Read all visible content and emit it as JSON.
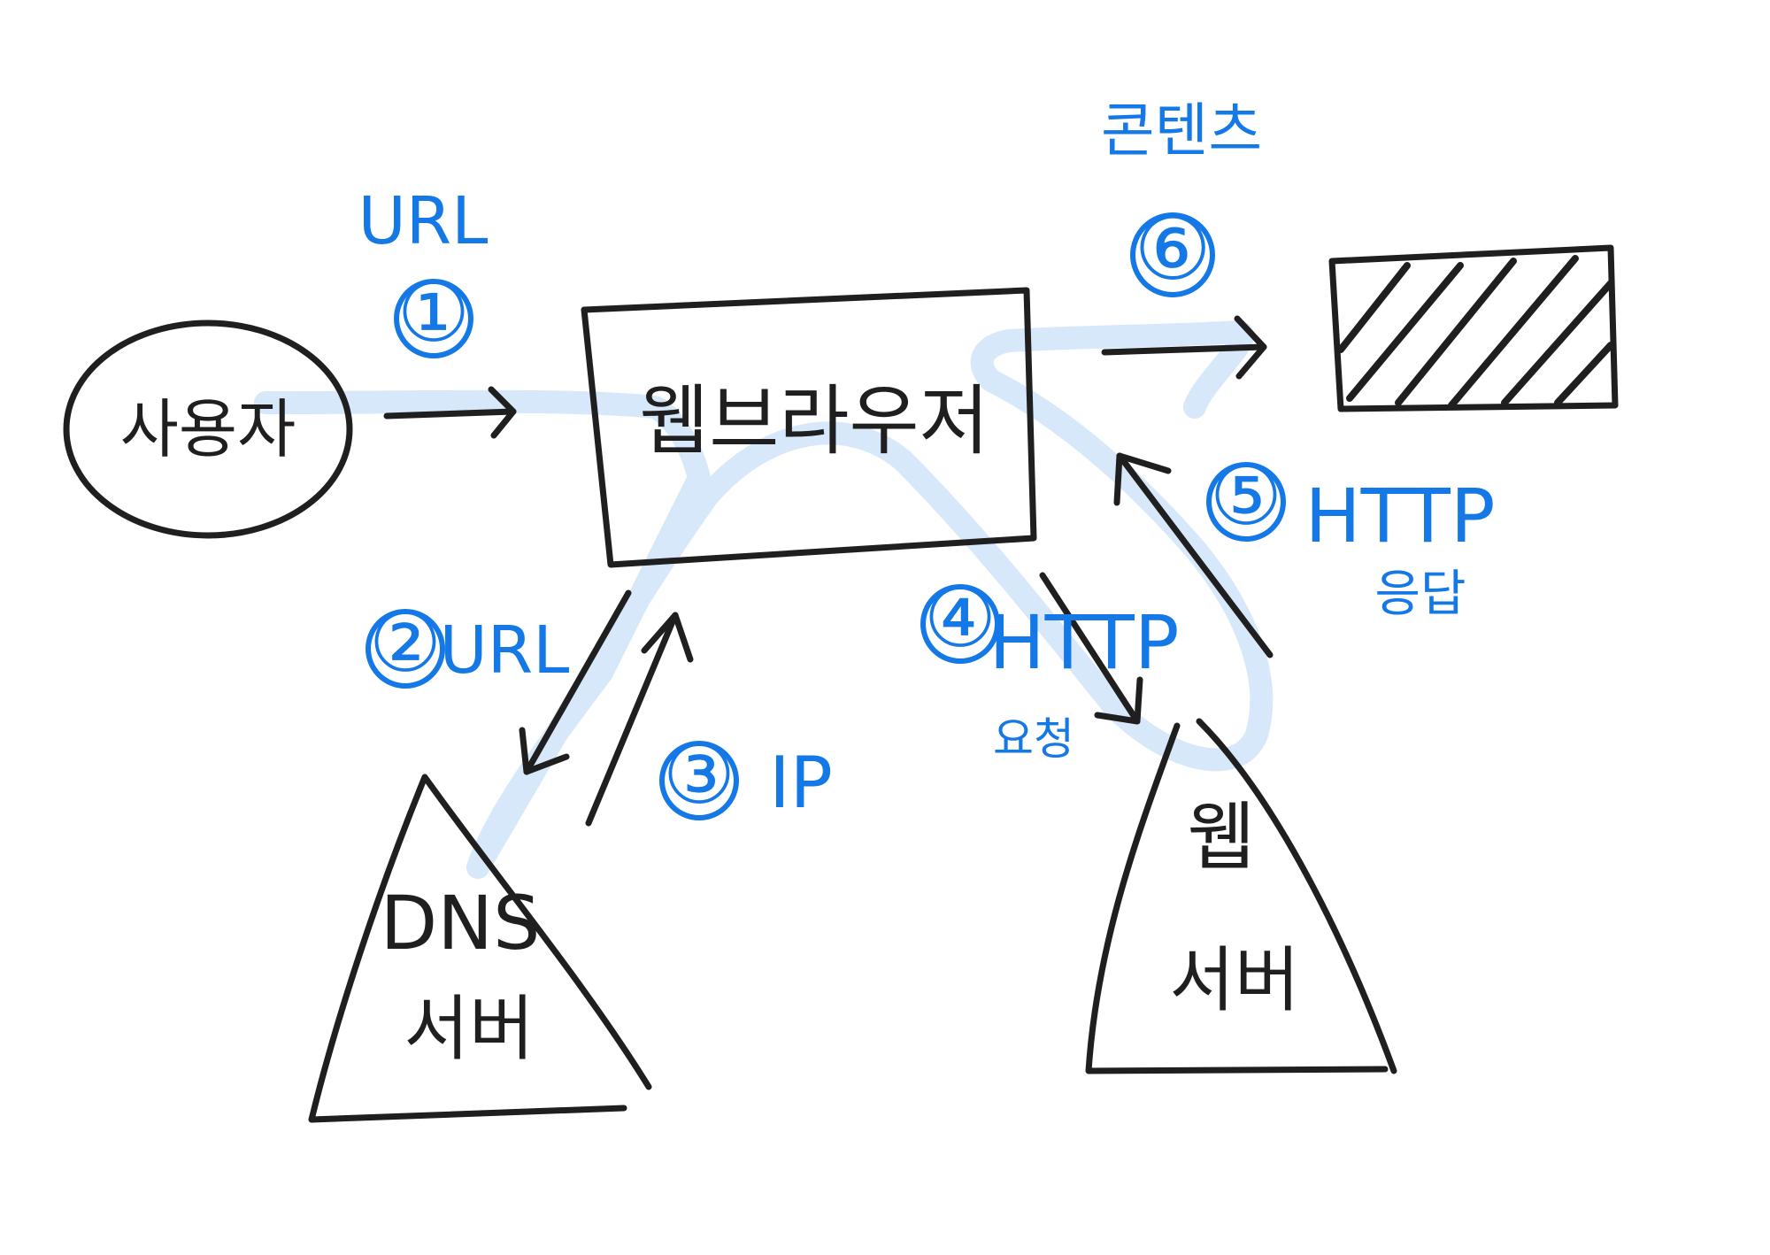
{
  "nodes": {
    "user": "사용자",
    "browser": "웹브라우저",
    "dns_top": "DNS",
    "dns_bottom": "서버",
    "web_top": "웹",
    "web_bottom": "서버"
  },
  "steps": [
    {
      "num": "①",
      "label": "URL"
    },
    {
      "num": "②",
      "label": "URL"
    },
    {
      "num": "③",
      "label": "IP"
    },
    {
      "num": "④",
      "label": "HTTP",
      "sub": "요청"
    },
    {
      "num": "⑤",
      "label": "HTTP",
      "sub": "응답"
    },
    {
      "num": "⑥",
      "label": "콘텐츠"
    }
  ],
  "colors": {
    "ink": "#1f1f1f",
    "accent": "#1478e6",
    "highlight": "#d7e8fb"
  }
}
